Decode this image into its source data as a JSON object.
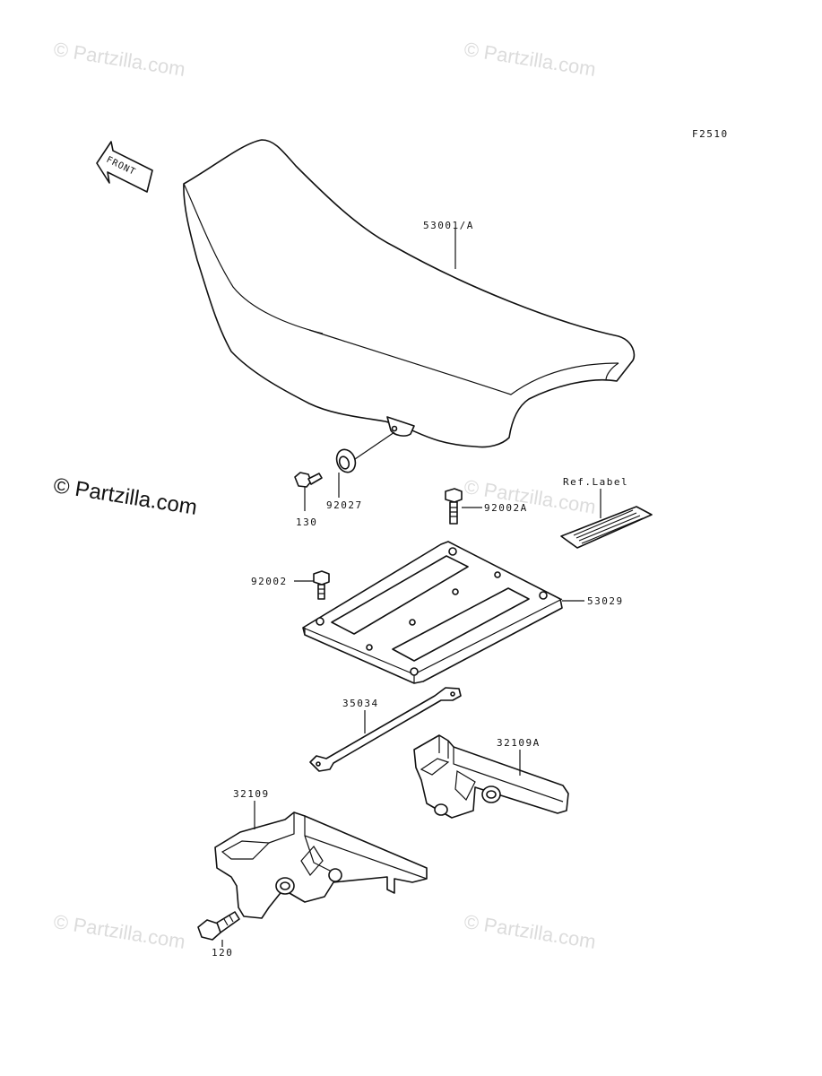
{
  "diagram": {
    "figure_code": "F2510",
    "front_label": "FRONT",
    "ref_label": "Ref.Label",
    "copyright_main": "© Partzilla.com",
    "watermark_text": "© Partzilla.com",
    "parts": {
      "seat": "53001/A",
      "collar": "92027",
      "bolt_130": "130",
      "bolt_92002a": "92002A",
      "bolt_92002": "92002",
      "plate": "53029",
      "band": "35034",
      "bracket_right": "32109A",
      "bracket_left": "32109",
      "bolt_120": "120"
    }
  }
}
